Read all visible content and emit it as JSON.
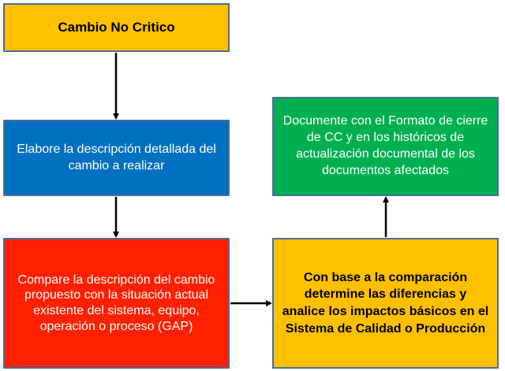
{
  "colors": {
    "start": "#ffc000",
    "describe": "#0070c0",
    "compare": "#ff2000",
    "determine": "#ffc000",
    "document": "#00b050",
    "border": "#4a6e9a",
    "arrow": "#000000",
    "dark_text": "#000000",
    "light_text": "#ffffff"
  },
  "flowchart": {
    "start": "Cambio  No Critico",
    "describe": "Elabore la descripción detallada del cambio a realizar",
    "compare": "Compare la descripción del cambio propuesto con la situación actual existente del sistema, equipo, operación o proceso (GAP)",
    "determine": "Con base a la comparación determine las diferencias y analice los impactos básicos en el Sistema de Calidad o Producción",
    "document": "Documente con el Formato de cierre de CC y en los históricos de actualización documental de los documentos afectados"
  }
}
